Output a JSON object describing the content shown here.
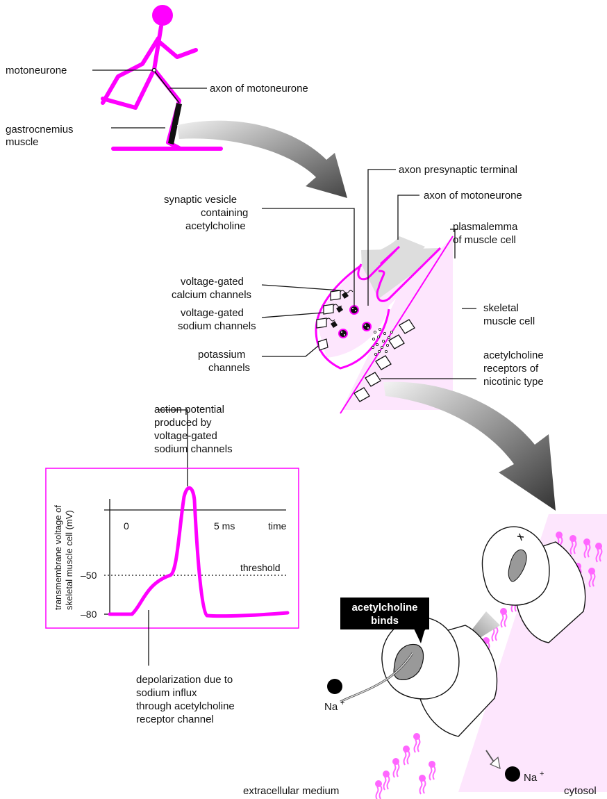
{
  "colors": {
    "magenta": "#ff00ff",
    "pale_pink": "#fde6fd",
    "arrow_gray": "#666666",
    "black": "#000000"
  },
  "runner": {
    "motoneurone": "motoneurone",
    "axon": "axon of motoneurone",
    "gastro_1": "gastrocnemius",
    "gastro_2": "muscle"
  },
  "junction": {
    "presynaptic": "axon presynaptic terminal",
    "vesicle_1": "synaptic vesicle",
    "vesicle_2": "containing",
    "vesicle_3": "acetylcholine",
    "axon": "axon of motoneurone",
    "plasma_1": "plasmalemma",
    "plasma_2": "of muscle cell",
    "ca_1": "voltage-gated",
    "ca_2": "calcium channels",
    "na_1": "voltage-gated",
    "na_2": "sodium channels",
    "skeletal_1": "skeletal",
    "skeletal_2": "muscle cell",
    "k_1": "potassium",
    "k_2": "channels",
    "achr_1": "acetylcholine",
    "achr_2": "receptors of",
    "achr_3": "nicotinic type"
  },
  "graph": {
    "ap_1": "action potential",
    "ap_2": "produced by",
    "ap_3": "voltage-gated",
    "ap_4": "sodium channels",
    "ylabel_1": "transmembrane voltage of",
    "ylabel_2": "skeletal muscle cell (mV)",
    "x_tick_0": "0",
    "x_tick_5": "5 ms",
    "x_label": "time",
    "y_tick_50": "–50",
    "y_tick_80": "–80",
    "threshold": "threshold",
    "dep_1": "depolarization due to",
    "dep_2": "sodium influx",
    "dep_3": "through acetylcholine",
    "dep_4": "receptor channel"
  },
  "receptor": {
    "binds_1": "acetylcholine",
    "binds_2": "binds",
    "na_in": "Na",
    "na_out": "Na",
    "sup": "+",
    "extracellular": "extracellular medium",
    "cytosol": "cytosol"
  }
}
